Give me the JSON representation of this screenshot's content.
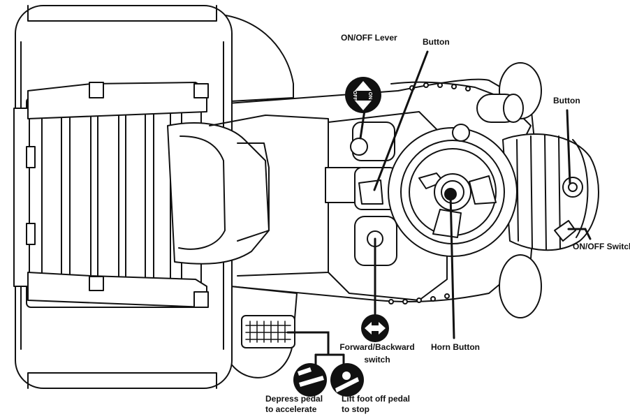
{
  "labels": {
    "on_off_lever": "ON/OFF Lever",
    "lever_on": "ON",
    "lever_off": "OFF",
    "button_center": "Button",
    "button_right": "Button",
    "on_off_switch": "ON/OFF Switch",
    "forward_backward_line1": "Forward/Backward",
    "forward_backward_line2": "switch",
    "horn_button": "Horn Button",
    "depress_line1": "Depress pedal",
    "depress_line2": "to accelerate",
    "lift_line1": "Lift foot off pedal",
    "lift_line2": "to stop"
  },
  "colors": {
    "stroke": "#111111",
    "fill": "#ffffff"
  },
  "icons": {
    "lever_icon": "on-off-lever-arrows-icon",
    "switch_icon": "left-right-arrow-icon",
    "pedal_down_icon": "pedal-pressed-icon",
    "pedal_up_icon": "pedal-released-icon"
  }
}
